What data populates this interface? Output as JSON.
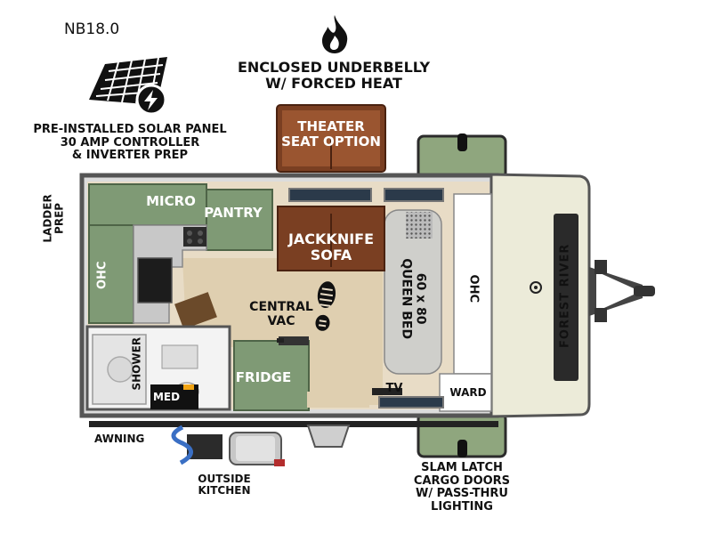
{
  "model": "NB18.0",
  "brand": "FOREST RIVER",
  "features": {
    "solar": [
      "PRE-INSTALLED SOLAR PANEL",
      "30 AMP CONTROLLER",
      "& INVERTER PREP"
    ],
    "underbelly": [
      "ENCLOSED UNDERBELLY",
      "W/ FORCED HEAT"
    ],
    "theater": [
      "THEATER",
      "SEAT OPTION"
    ],
    "cargo": [
      "SLAM LATCH",
      "CARGO DOORS",
      "W/ PASS-THRU",
      "LIGHTING"
    ]
  },
  "rooms": {
    "micro": "MICRO",
    "pantry": "PANTRY",
    "ohc_left": "OHC",
    "ohc_right": "OHC",
    "sofa": [
      "JACKKNIFE",
      "SOFA"
    ],
    "bed": [
      "60 x 80",
      "QUEEN BED"
    ],
    "vac": [
      "CENTRAL",
      "VAC"
    ],
    "shower": "SHOWER",
    "med": "MED",
    "fridge": "FRIDGE",
    "tv": "TV",
    "ward": "WARD"
  },
  "exterior": {
    "ladder": [
      "LADDER",
      "PREP"
    ],
    "awning": "AWNING",
    "kitchen": [
      "OUTSIDE",
      "KITCHEN"
    ]
  },
  "icons": [
    "solar-panel-icon",
    "flame-icon",
    "footprint-icon",
    "brand-logo-icon"
  ],
  "colors": {
    "cabinet_green": "#7f9a75",
    "fender_green": "#8fa67e",
    "sofa_brown": "#7a3f22",
    "floor": "#e8dcc6",
    "cap": "#ecebd9",
    "wall": "#5d5d5d"
  }
}
